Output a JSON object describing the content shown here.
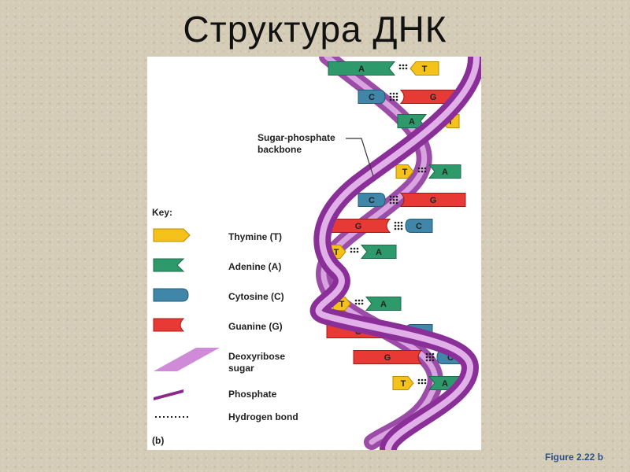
{
  "title": "Структура ДНК",
  "figure_label": "Figure 2.22 b",
  "panel_label": "(b)",
  "callout": {
    "line1": "Sugar-phosphate",
    "line2": "backbone"
  },
  "key": {
    "heading": "Key:",
    "items": [
      {
        "label": "Thymine (T)",
        "color": "#f5c21b",
        "icon": "thymine-icon"
      },
      {
        "label": "Adenine (A)",
        "color": "#2e9a6c",
        "icon": "adenine-icon"
      },
      {
        "label": "Cytosine (C)",
        "color": "#3f86a8",
        "icon": "cytosine-icon"
      },
      {
        "label": "Guanine (G)",
        "color": "#e83a34",
        "icon": "guanine-icon"
      },
      {
        "label_line1": "Deoxyribose",
        "label_line2": "sugar",
        "color": "#d08bd8",
        "icon": "deoxyribose-sugar-icon"
      },
      {
        "label": "Phosphate",
        "color": "#8c2a8c",
        "icon": "phosphate-icon"
      },
      {
        "label": "Hydrogen bond",
        "color": "#222222",
        "icon": "hydrogen-bond-icon"
      }
    ]
  },
  "base_pairs": [
    {
      "left": "A",
      "right": "T"
    },
    {
      "left": "C",
      "right": "G"
    },
    {
      "left": "A",
      "right": "T"
    },
    {
      "left": "T",
      "right": "A"
    },
    {
      "left": "C",
      "right": "G"
    },
    {
      "left": "G",
      "right": "C"
    },
    {
      "left": "T",
      "right": "A"
    },
    {
      "left": "T",
      "right": "A"
    },
    {
      "left": "G",
      "right": "C"
    },
    {
      "left": "G",
      "right": "C"
    },
    {
      "left": "T",
      "right": "A"
    }
  ]
}
